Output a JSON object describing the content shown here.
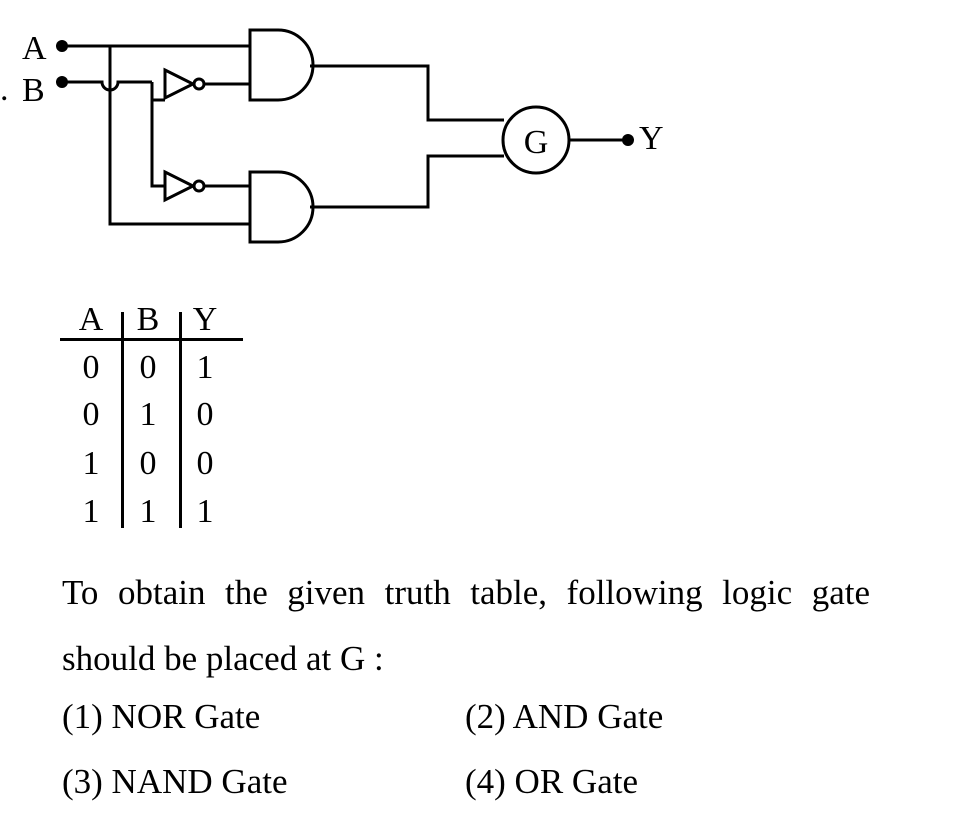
{
  "circuit": {
    "input_a_label": "A",
    "input_b_label": "B",
    "gate_label": "G",
    "output_label": "Y",
    "question_number_mark": "."
  },
  "truth_table": {
    "headers": [
      "A",
      "B",
      "Y"
    ],
    "rows": [
      [
        "0",
        "0",
        "1"
      ],
      [
        "0",
        "1",
        "0"
      ],
      [
        "1",
        "0",
        "0"
      ],
      [
        "1",
        "1",
        "1"
      ]
    ]
  },
  "question": {
    "text": "To obtain the given truth table, following logic gate should be placed at G :"
  },
  "options": [
    {
      "label": "(1) NOR Gate"
    },
    {
      "label": "(2) AND Gate"
    },
    {
      "label": "(3) NAND Gate"
    },
    {
      "label": "(4) OR Gate"
    }
  ]
}
